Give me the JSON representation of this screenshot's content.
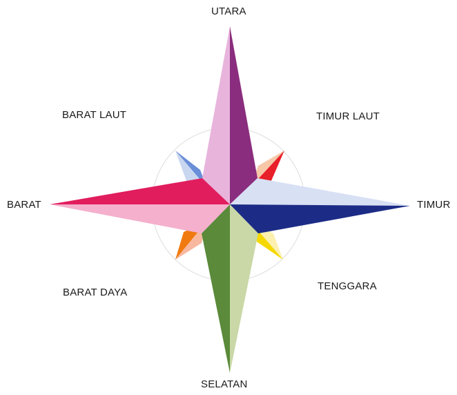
{
  "labels": {
    "north": "UTARA",
    "south": "SELATAN",
    "west": "BARAT",
    "east": "TIMUR",
    "northwest": "BARAT LAUT",
    "northeast": "TIMUR LAUT",
    "southwest": "BARAT DAYA",
    "southeast": "TENGGARA"
  },
  "colors": {
    "north_light": "#e8b4dc",
    "north_dark": "#8a2d7e",
    "east_light": "#d8e0f4",
    "east_dark": "#1c2c86",
    "south_light": "#c9d8a6",
    "south_dark": "#5a8a3a",
    "west_light": "#f4b0cc",
    "west_dark": "#e11d5e",
    "northeast": "#e8202a",
    "southeast": "#f5d800",
    "southwest": "#f07a10",
    "northwest": "#6a8ed8",
    "circle": "#dcdcdc"
  }
}
